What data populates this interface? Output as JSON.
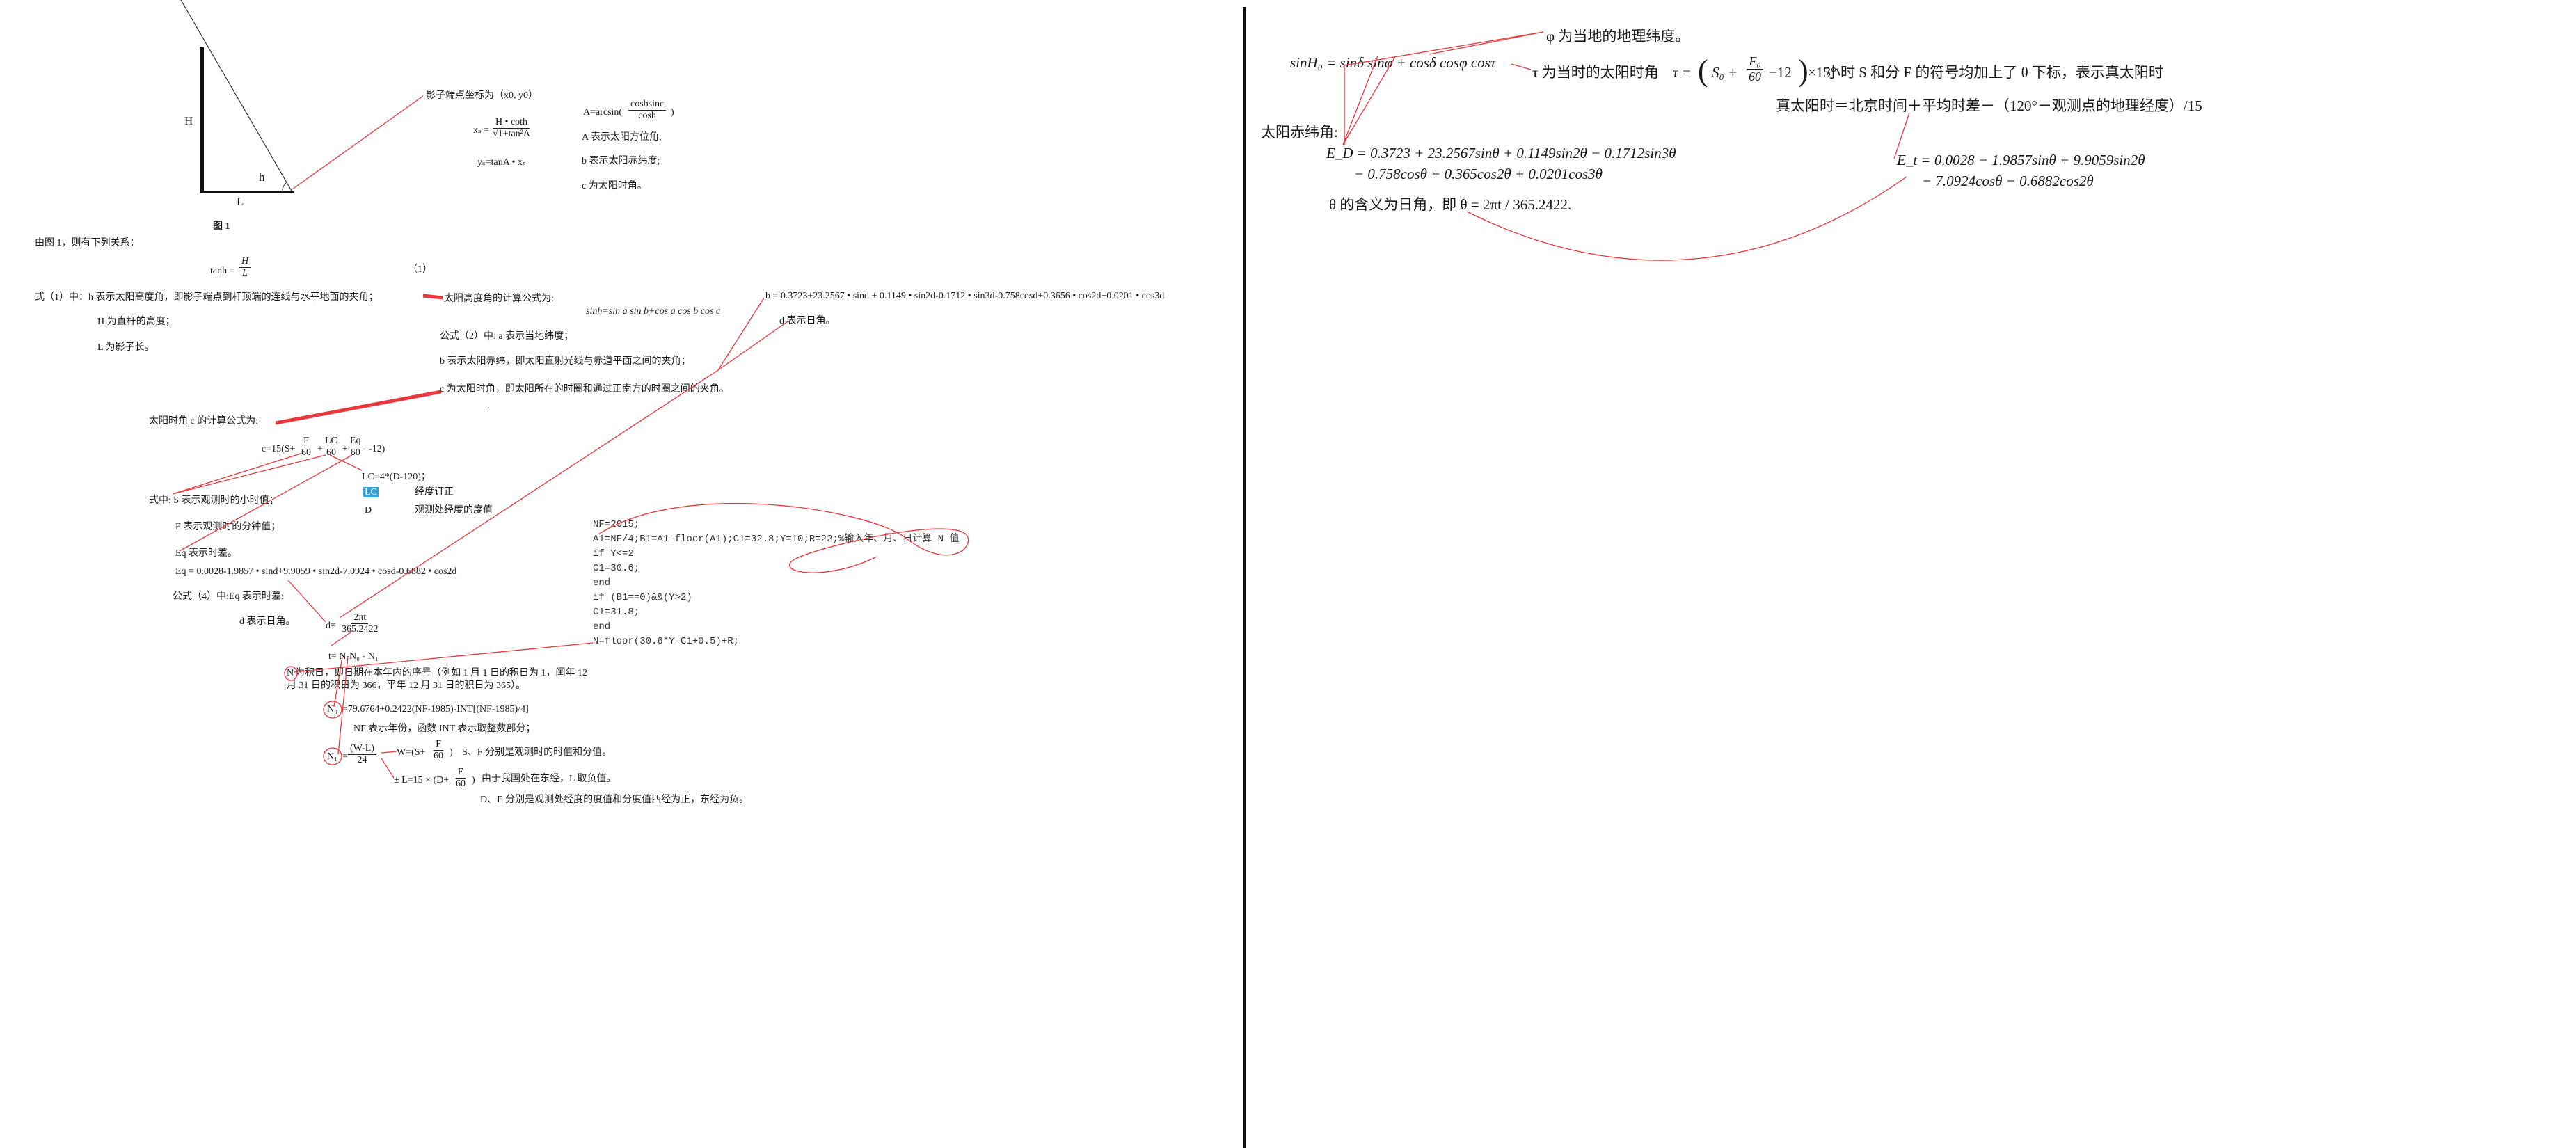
{
  "left": {
    "figure": {
      "label_H": "H",
      "label_h": "h",
      "label_L": "L",
      "caption": "图 1",
      "shadow_note": "影子端点坐标为（x0, y0）",
      "xs_lhs": "xₛ =",
      "xs_num": "H • coth",
      "xs_den": "√1+tan²A",
      "ys_formula": "yₛ=tanA • xₛ",
      "A_formula_lhs": "A=arcsin(",
      "A_num": "cosbsinc",
      "A_den": "cosh",
      "A_formula_rhs": ")",
      "A_desc": "A 表示太阳方位角;",
      "b_desc": "b 表示太阳赤纬度;",
      "c_desc": "c 为太阳时角。"
    },
    "relation_intro": "由图 1，则有下列关系：",
    "tanh_lhs": "tanh =",
    "tanh_num": "H",
    "tanh_den": "L",
    "eq1_tag": "（1）",
    "eq1_desc": "式（1）中：h 表示太阳高度角，即影子端点到杆顶端的连线与水平地面的夹角；",
    "H_desc": "H 为直杆的高度；",
    "L_desc": "L 为影子长。",
    "altitude_intro": "太阳高度角的计算公式为:",
    "altitude_formula": "sinh=sin a sin b+cos a cos b cos c",
    "eq2_a": "公式（2）中: a 表示当地纬度；",
    "eq2_b": "b 表示太阳赤纬，即太阳直射光线与赤道平面之间的夹角；",
    "eq2_c": "c 为太阳时角，即太阳所在的时圈和通过正南方的时圈之间的夹角。",
    "b_formula": "b = 0.3723+23.2567 • sind + 0.1149 • sin2d-0.1712 • sin3d-0.758cosd+0.3656 • cos2d+0.0201 • cos3d",
    "d_desc": "d 表示日角。",
    "dot_mark": ".",
    "hour_angle_intro": "太阳时角 c 的计算公式为:",
    "c_lhs": "c=15(S+",
    "c_F_num": "F",
    "c_F_den": "60",
    "c_plus": "+",
    "c_LC_num": "LC",
    "c_LC_den": "60",
    "c_plus2": "+",
    "c_Eq_num": "Eq",
    "c_Eq_den": "60",
    "c_rhs": "-12)",
    "lc_formula": "LC=4*(D-120)；",
    "lc_label": "LC",
    "lc_text": "经度订正",
    "d_label": "D",
    "d_text": "观测处经度的度值",
    "s_desc": "式中: S 表示观测时的小时值；",
    "f_desc": "F 表示观测时的分钟值；",
    "eq_desc": "Eq 表示时差。",
    "eq_formula": "Eq = 0.0028-1.9857 • sind+9.9059 • sin2d-7.0924 • cosd-0.6882 • cos2d",
    "eq4_desc": "公式（4）中:Eq 表示时差;",
    "d_desc2": "d 表示日角。",
    "d_lhs": "d=",
    "d_num": "2πt",
    "d_den": "365.2422",
    "t_formula": "t= N-N₀ - N₁",
    "n_circle": "N",
    "n_desc_1": "为积日，即日期在本年内的序号（例如 1 月 1 日的积日为 1，闰年 12",
    "n_desc_2": "月 31 日的积日为 366，平年 12 月 31 日的积日为 365）。",
    "n0_circle": "N₀",
    "n0_formula": "=79.6764+0.2422(NF-1985)-INT[(NF-1985)/4]",
    "nf_desc": "NF 表示年份，函数 INT 表示取整数部分；",
    "n1_circle": "N₁",
    "n1_eq": "=",
    "n1_num": "(W-L)",
    "n1_den": "24",
    "w_lhs": "W=(S+",
    "w_num": "F",
    "w_den": "60",
    "w_rhs": ")",
    "sf_desc": "S、F 分别是观测时的时值和分值。",
    "l_lhs": "± L=15 × (D+",
    "l_num": "E",
    "l_den": "60",
    "l_rhs": ")",
    "l_desc": "由于我国处在东经，L 取负值。",
    "de_desc": "D、E 分别是观测处经度的度值和分度值西经为正，东经为负。",
    "code_lines": [
      "NF=2015;",
      "A1=NF/4;B1=A1-floor(A1);C1=32.8;Y=10;R=22;%输入年、月、日计算 N 值",
      "if Y<=2",
      "C1=30.6;",
      "end",
      "if (B1==0)&&(Y>2)",
      "C1=31.8;",
      "end",
      "N=floor(30.6*Y-C1+0.5)+R;"
    ]
  },
  "right": {
    "phi_desc": "φ 为当地的地理纬度。",
    "sin_formula": "sinH₀ = sinδ sinφ + cosδ cosφ cosτ",
    "tau_desc": "τ 为当时的太阳时角",
    "tau_lhs": "τ =",
    "tau_S": "S₀ +",
    "tau_num": "F₀",
    "tau_den": "60",
    "tau_rhs": "−12",
    "tau_unit": "×15°",
    "tau_note": "小时 S 和分 F 的符号均加上了 θ 下标，表示真太阳时",
    "true_solar": "真太阳时＝北京时间＋平均时差－（120°－观测点的地理经度）/15",
    "declination_label": "太阳赤纬角:",
    "ed_line1": "E_D = 0.3723 + 23.2567sinθ + 0.1149sin2θ − 0.1712sin3θ",
    "ed_line2": "− 0.758cosθ + 0.365cos2θ + 0.0201cos3θ",
    "et_line1": "E_t = 0.0028 − 1.9857sinθ + 9.9059sin2θ",
    "et_line2": "− 7.0924cosθ − 0.6882cos2θ",
    "theta_desc": "θ 的含义为日角，即 θ = 2πt / 365.2422."
  },
  "colors": {
    "annotation": "#e8383d",
    "text": "#1a1a1a",
    "highlight": "#35a3d8"
  }
}
